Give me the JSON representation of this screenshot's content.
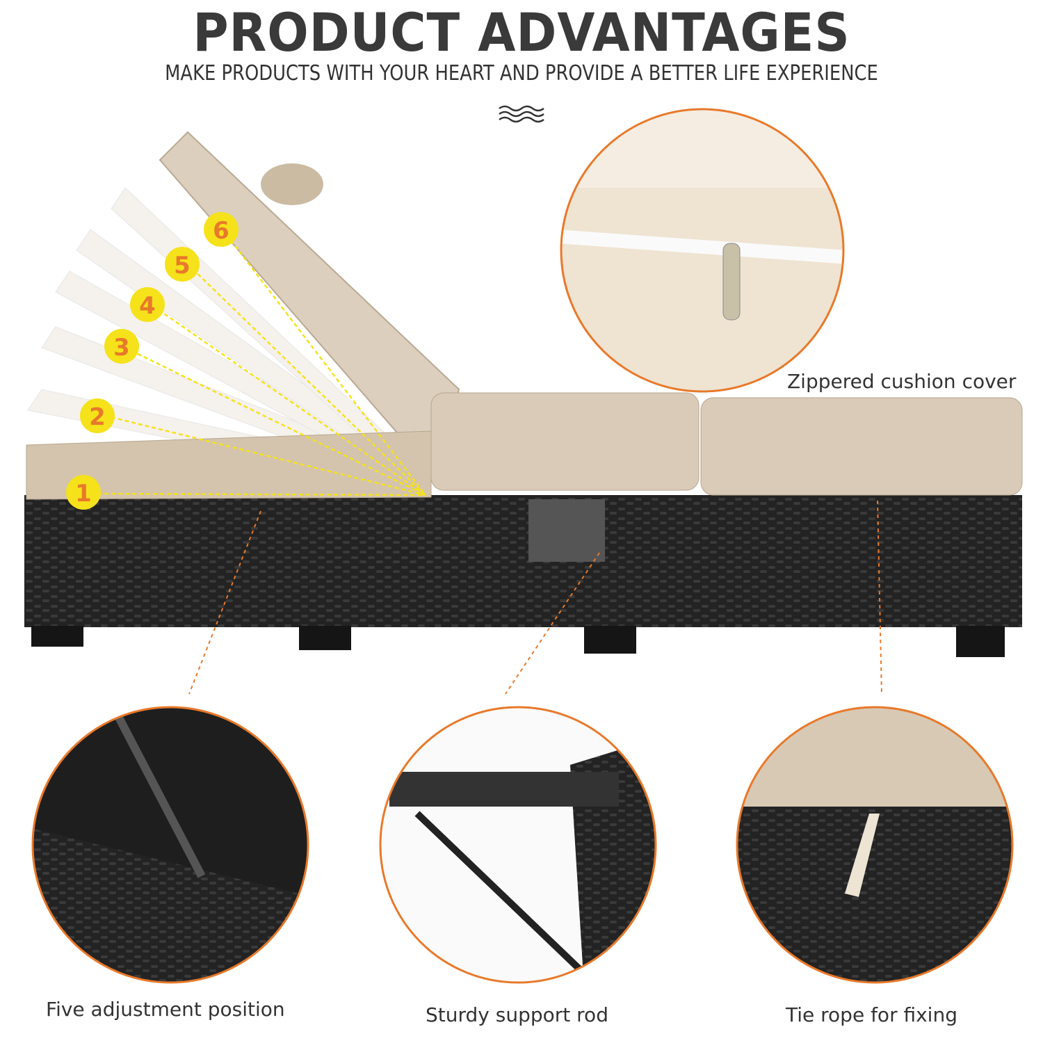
{
  "header": {
    "title": "PRODUCT ADVANTAGES",
    "subtitle": "MAKE PRODUCTS WITH YOUR HEART AND PROVIDE A BETTER LIFE EXPERIENCE"
  },
  "positions": [
    "1",
    "2",
    "3",
    "4",
    "5",
    "6"
  ],
  "captions": {
    "zipper": "Zippered cushion cover",
    "adjust": "Five adjustment position",
    "rod": "Sturdy support rod",
    "rope": "Tie rope for fixing"
  },
  "colors": {
    "accent": "#e8792a",
    "cushion": "#d9cbb7",
    "wicker": "#2a2a2a",
    "badge": "#f5e21a"
  }
}
